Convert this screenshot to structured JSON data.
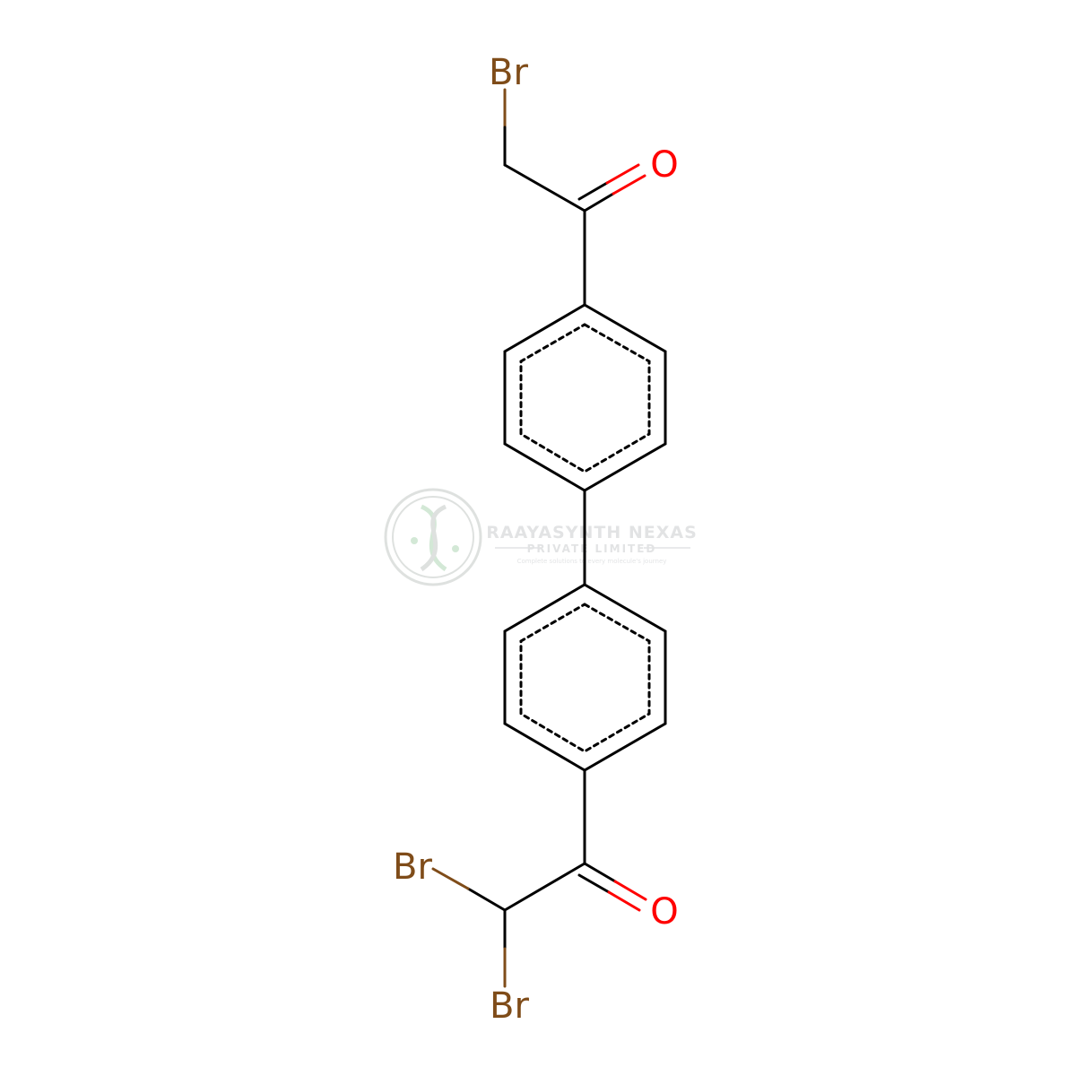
{
  "molecule": {
    "atoms": {
      "br_top": "Br",
      "o_top": "O",
      "br_bottom_left": "Br",
      "o_bottom": "O",
      "br_bottom": "Br"
    },
    "colors": {
      "bond": "#000000",
      "bromine": "#7f4c19",
      "oxygen": "#ff0000"
    }
  },
  "watermark": {
    "title": "RAAYASYNTH NEXAS",
    "subtitle": "PRIVATE LIMITED",
    "tagline": "Complete solutions to every molecule's journey",
    "color": "#9aa0a6"
  }
}
